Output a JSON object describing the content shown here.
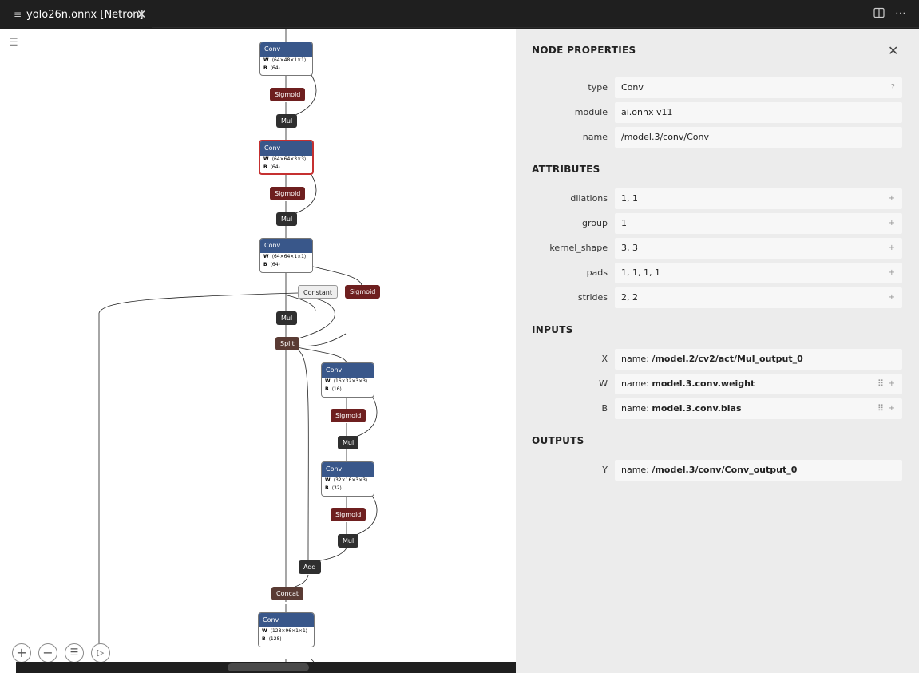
{
  "tab": {
    "title": "yolo26n.onnx [Netron]"
  },
  "graph": {
    "nodes": [
      {
        "op": "Conv",
        "w": "⟨64×48×1×1⟩",
        "b": "⟨64⟩"
      },
      {
        "op": "Conv",
        "w": "⟨64×64×3×3⟩",
        "b": "⟨64⟩"
      },
      {
        "op": "Conv",
        "w": "⟨64×64×1×1⟩",
        "b": "⟨64⟩"
      },
      {
        "op": "Conv",
        "w": "⟨16×32×3×3⟩",
        "b": "⟨16⟩"
      },
      {
        "op": "Conv",
        "w": "⟨32×16×3×3⟩",
        "b": "⟨32⟩"
      },
      {
        "op": "Conv",
        "w": "⟨128×96×1×1⟩",
        "b": "⟨128⟩"
      }
    ],
    "w_label": "W",
    "b_label": "B",
    "ops": {
      "sigmoid": "Sigmoid",
      "mul": "Mul",
      "constant": "Constant",
      "split": "Split",
      "add": "Add",
      "concat": "Concat"
    }
  },
  "panel": {
    "title": "NODE PROPERTIES",
    "properties": [
      {
        "label": "type",
        "value": "Conv",
        "extra": "?"
      },
      {
        "label": "module",
        "value": "ai.onnx v11"
      },
      {
        "label": "name",
        "value": "/model.3/conv/Conv"
      }
    ],
    "attributes_title": "ATTRIBUTES",
    "attributes": [
      {
        "label": "dilations",
        "value": "1, 1"
      },
      {
        "label": "group",
        "value": "1"
      },
      {
        "label": "kernel_shape",
        "value": "3, 3"
      },
      {
        "label": "pads",
        "value": "1, 1, 1, 1"
      },
      {
        "label": "strides",
        "value": "2, 2"
      }
    ],
    "inputs_title": "INPUTS",
    "inputs": [
      {
        "label": "X",
        "prefix": "name:",
        "value": "/model.2/cv2/act/Mul_output_0"
      },
      {
        "label": "W",
        "prefix": "name:",
        "value": "model.3.conv.weight"
      },
      {
        "label": "B",
        "prefix": "name:",
        "value": "model.3.conv.bias"
      }
    ],
    "outputs_title": "OUTPUTS",
    "outputs": [
      {
        "label": "Y",
        "prefix": "name:",
        "value": "/model.3/conv/Conv_output_0"
      }
    ],
    "plus": "+"
  }
}
